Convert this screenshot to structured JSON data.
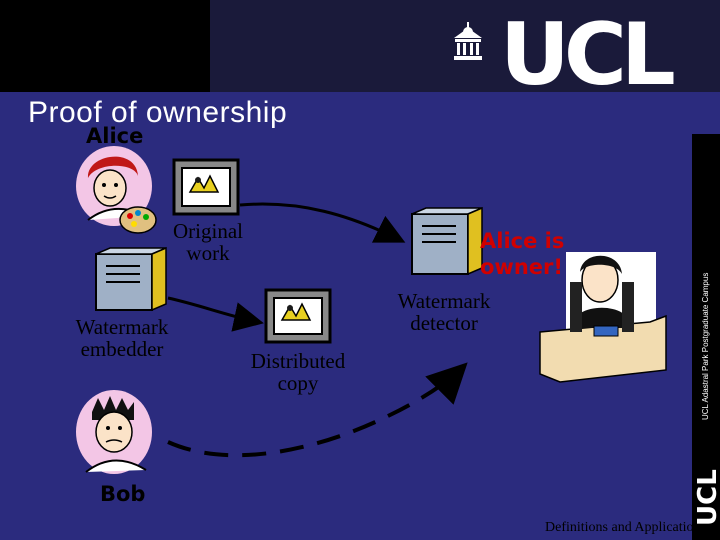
{
  "header": {
    "logo_text": "UCL"
  },
  "slide": {
    "title": "Proof of ownership",
    "side_caption": "UCL Adastral Park Postgraduate Campus",
    "side_logo": "UCL",
    "footer": "Definitions and Applications"
  },
  "diagram": {
    "alice_name": "Alice",
    "bob_name": "Bob",
    "original_work": "Original work",
    "original_work_line1": "Original",
    "original_work_line2": "work",
    "embedder_line1": "Watermark",
    "embedder_line2": "embedder",
    "distributed_line1": "Distributed",
    "distributed_line2": "copy",
    "detector_line1": "Watermark",
    "detector_line2": "detector",
    "verdict_line1": "Alice is",
    "verdict_line2": "owner!"
  },
  "colors": {
    "background": "#2b2b7e",
    "verdict_text": "#d00000",
    "arrow": "#000000"
  },
  "icons": [
    "alice-avatar",
    "bob-avatar",
    "judge-avatar",
    "picture-frame-icon",
    "computer-icon"
  ]
}
